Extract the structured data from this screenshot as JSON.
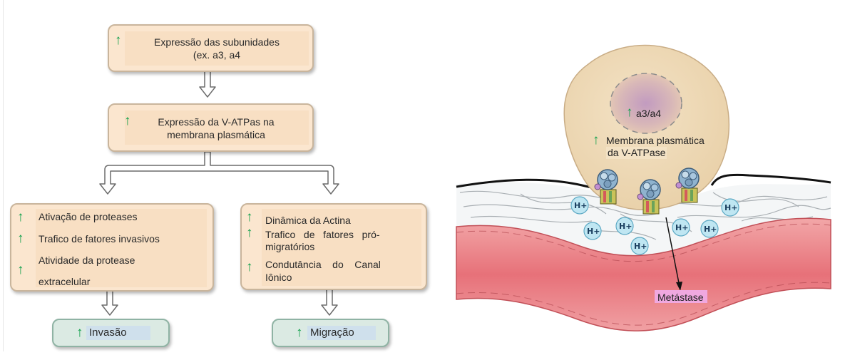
{
  "flowchart": {
    "box1": {
      "line1": "Expressão das subunidades",
      "line2": "(ex. a3, a4"
    },
    "box2": {
      "line1": "Expressão da V-ATPas na",
      "line2": "membrana plasmática"
    },
    "box_left": {
      "item1": "Ativação de proteases",
      "item2": "Trafico de fatores invasivos",
      "item3a": "Atividade da protease",
      "item3b": "extracelular"
    },
    "box_right": {
      "item1": "Dinâmica da Actina",
      "item2a": "Trafico   de   fatores   pró-",
      "item2b": "migratórios",
      "item3a": "Condutância    do    Canal",
      "item3b": "Iônico"
    },
    "result_left": "Invasão",
    "result_right": "Migração",
    "up_arrow_symbol": "↑"
  },
  "illustration": {
    "nucleus_label": "a3/a4",
    "membrane_label_line1": "Membrana plasmática",
    "membrane_label_line2": "da V-ATPase",
    "proton_label": "H+",
    "metastasis_label": "Metástase"
  },
  "colors": {
    "box_fill": "#fbe6cf",
    "box_border": "#c9b59c",
    "result_fill": "#dbeae3",
    "up_arrow": "#10a04b",
    "cell_fill": "#f0d9b5",
    "vessel_fill": "#e8787e",
    "proton_fill": "#bfe6f2",
    "metastasis_highlight": "#f0a8e0"
  }
}
